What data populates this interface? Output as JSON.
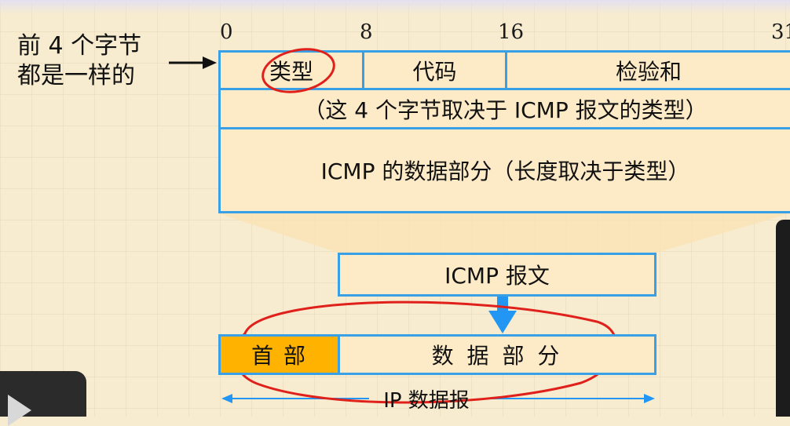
{
  "side_note": {
    "line1": "前 4 个字节",
    "line2": "都是一样的"
  },
  "bit_labels": [
    "0",
    "8",
    "16",
    "31"
  ],
  "icmp_format": {
    "type_field": "类型",
    "code_field": "代码",
    "checksum_field": "检验和",
    "second_row": "（这 4 个字节取决于 ICMP 报文的类型）",
    "data_row": "ICMP 的数据部分（长度取决于类型）"
  },
  "icmp_message_label": "ICMP 报文",
  "ip_datagram": {
    "header_label": "首 部",
    "data_label": "数 据 部 分",
    "caption": "IP 数据报"
  },
  "colors": {
    "border_blue": "#3aa0e6",
    "box_fill": "#fdebc8",
    "header_fill": "#ffb300",
    "annotation_red": "#e0201a"
  }
}
